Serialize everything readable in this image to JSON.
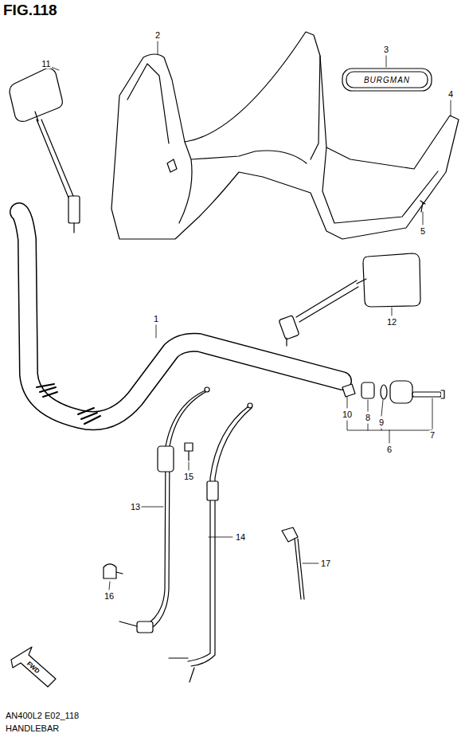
{
  "diagram": {
    "title": "FIG.118",
    "labels": [
      "11",
      "2",
      "3",
      "4",
      "5",
      "12",
      "1",
      "10",
      "8",
      "9",
      "7",
      "6",
      "15",
      "13",
      "14",
      "17",
      "16",
      "BURGMAN",
      "FWD",
      "AN400L2 E02_118",
      "HANDLEBAR"
    ]
  }
}
